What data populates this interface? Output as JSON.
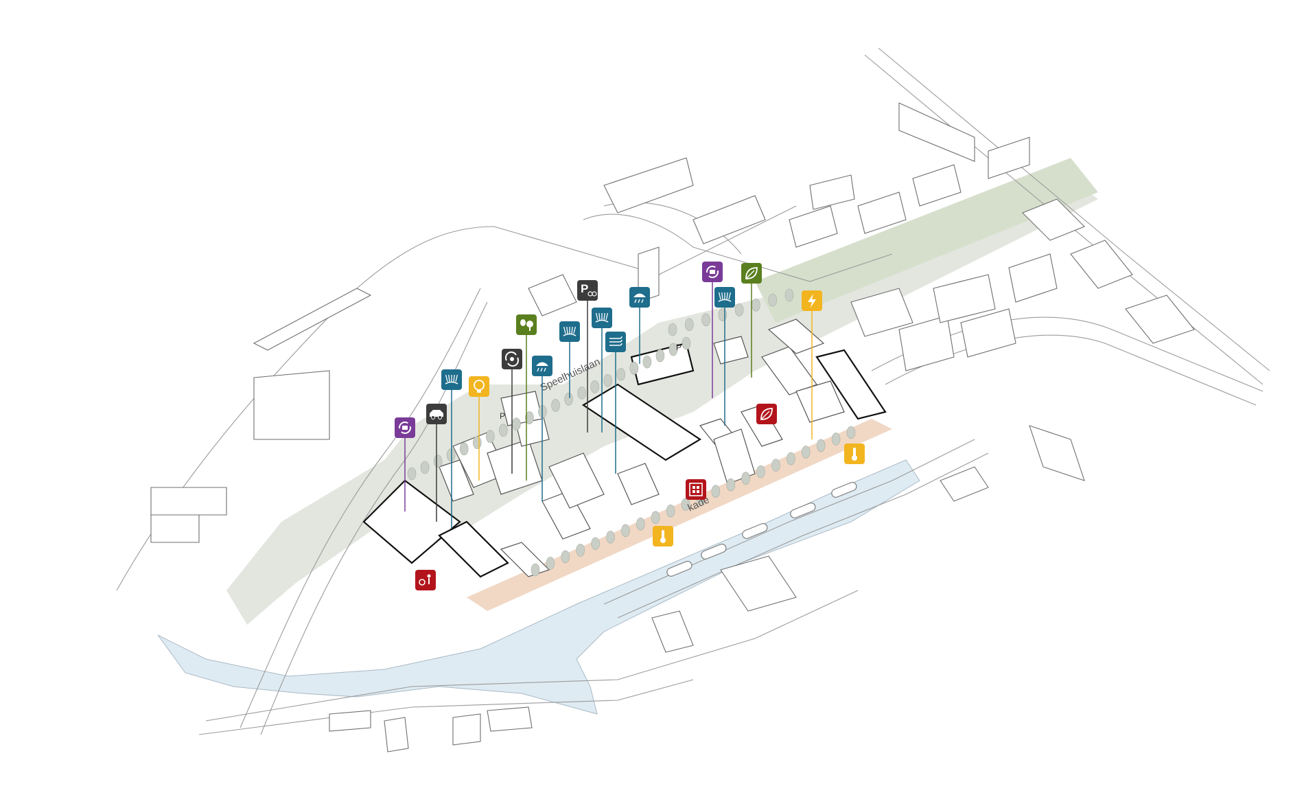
{
  "labels": {
    "street": "Speelhuislaan",
    "quay": "kade",
    "parking_mark_1": "P",
    "parking_mark_2": "P"
  },
  "colors": {
    "purple": "#7a3b98",
    "dark": "#3c3c3c",
    "blue": "#1e6d8c",
    "yellow": "#f2b51f",
    "green": "#5a7f1f",
    "red": "#b3141b",
    "water": "#deebf3",
    "quay": "#f1d8c5",
    "park": "#e3e6df",
    "green_strip": "#d6dfcc",
    "courtyard": "#cfe6a9"
  },
  "markers": [
    {
      "id": "circular-materials",
      "icon": "recycle-bricks-icon",
      "color": "purple"
    },
    {
      "id": "car-sharing",
      "icon": "car-icon",
      "color": "dark"
    },
    {
      "id": "water-retention-1",
      "icon": "water-plants-icon",
      "color": "blue"
    },
    {
      "id": "smart-lighting",
      "icon": "lightbulb-icon",
      "color": "yellow"
    },
    {
      "id": "water-reuse",
      "icon": "water-cycle-icon",
      "color": "dark"
    },
    {
      "id": "biodiversity",
      "icon": "butterfly-tree-icon",
      "color": "green"
    },
    {
      "id": "green-roof-water",
      "icon": "rain-roof-icon",
      "color": "blue"
    },
    {
      "id": "water-retention-2",
      "icon": "water-plants-icon",
      "color": "blue"
    },
    {
      "id": "bike-parking",
      "icon": "parking-bike-icon",
      "color": "dark"
    },
    {
      "id": "water-retention-3",
      "icon": "water-plants-icon",
      "color": "blue"
    },
    {
      "id": "wind",
      "icon": "wind-icon",
      "color": "blue"
    },
    {
      "id": "rain-roof",
      "icon": "rain-roof-icon",
      "color": "blue"
    },
    {
      "id": "circular-reuse",
      "icon": "circular-arrows-icon",
      "color": "purple"
    },
    {
      "id": "water-retention-4",
      "icon": "water-plants-icon",
      "color": "blue"
    },
    {
      "id": "sustainable-leaf",
      "icon": "leaf-icon",
      "color": "green"
    },
    {
      "id": "energy",
      "icon": "lightning-icon",
      "color": "yellow"
    },
    {
      "id": "green-health",
      "icon": "leaf-icon",
      "color": "red"
    },
    {
      "id": "housing",
      "icon": "building-icon",
      "color": "red"
    },
    {
      "id": "heat-stress-1",
      "icon": "thermometer-icon",
      "color": "yellow"
    },
    {
      "id": "heat-stress-2",
      "icon": "thermometer-icon",
      "color": "yellow"
    },
    {
      "id": "play-area",
      "icon": "play-icon",
      "color": "red"
    }
  ]
}
